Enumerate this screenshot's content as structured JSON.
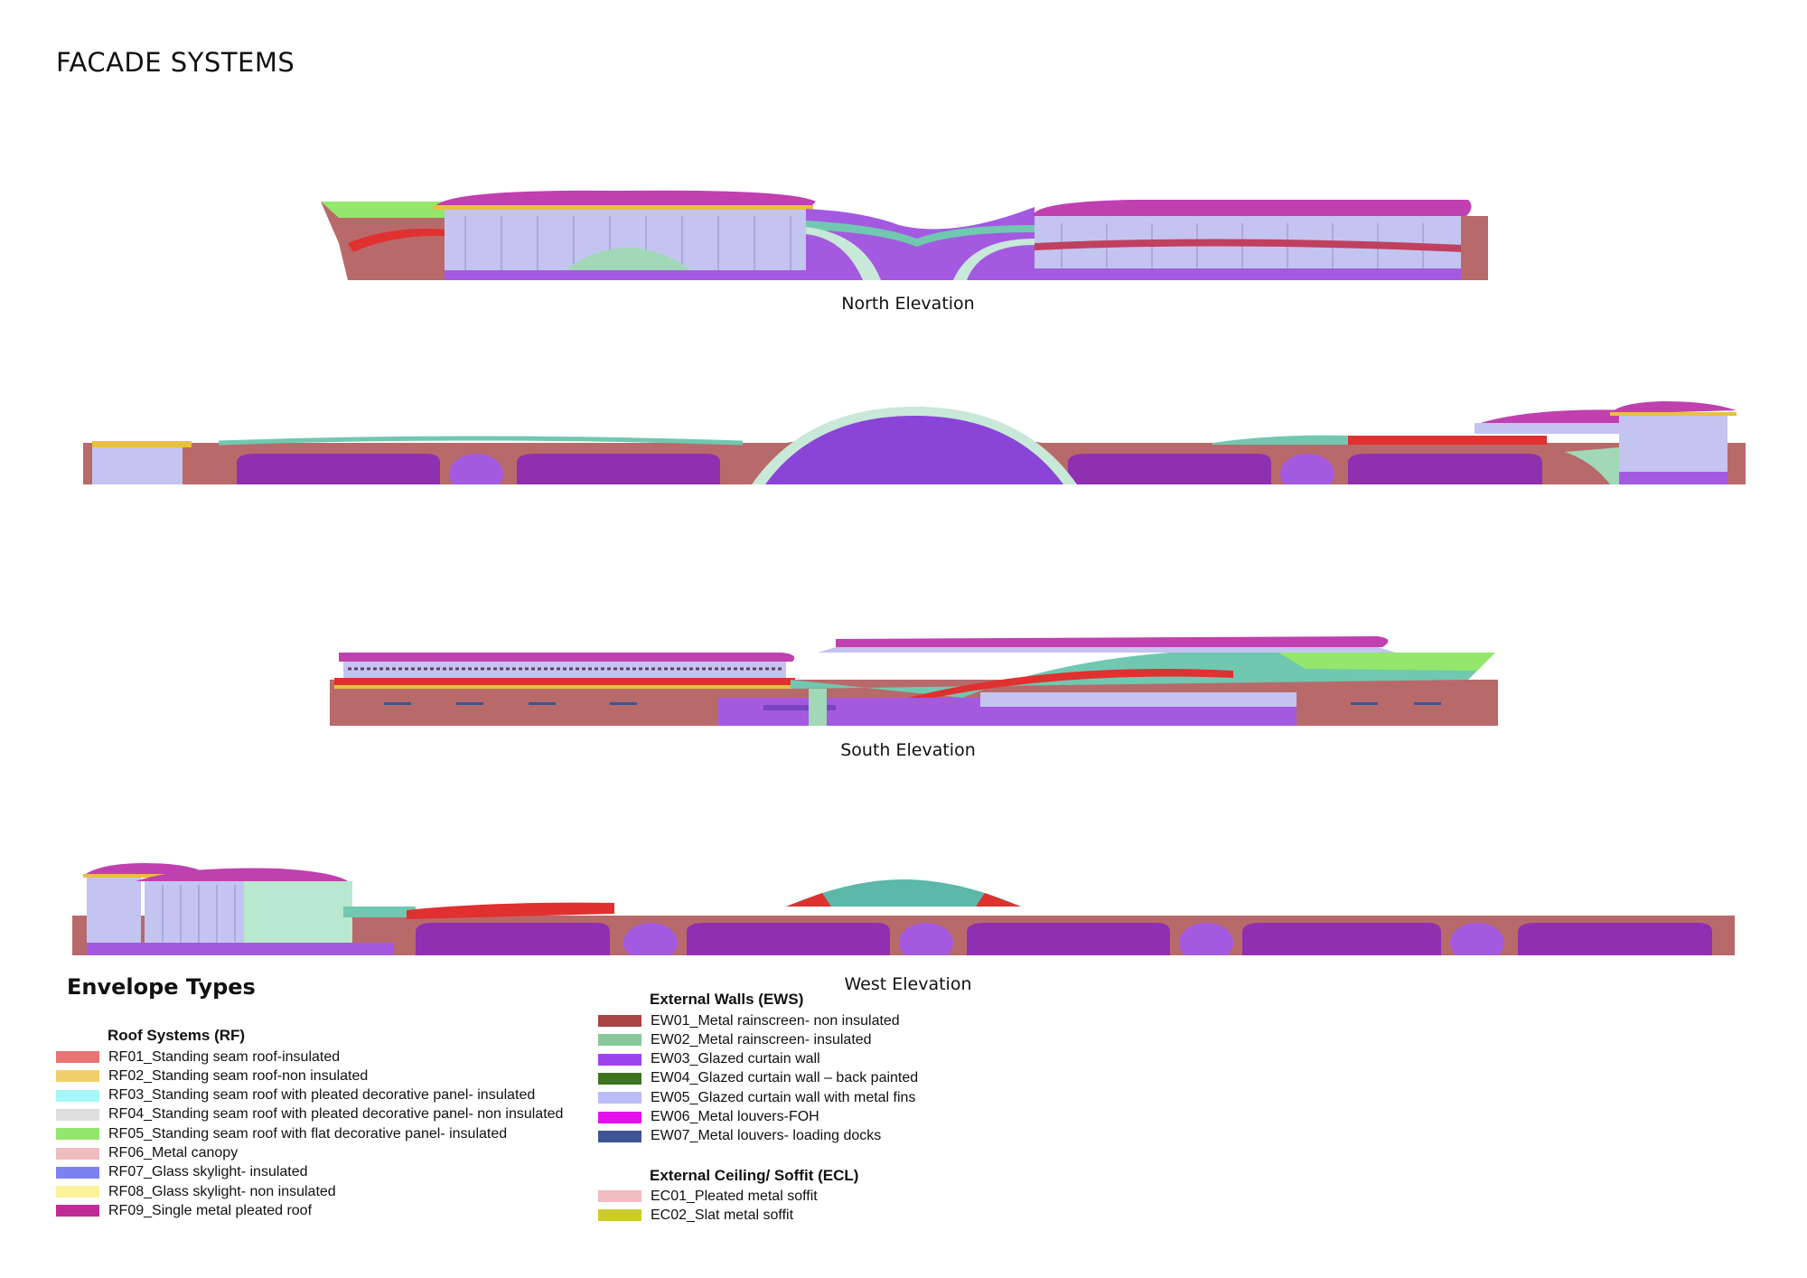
{
  "title": "FACADE SYSTEMS",
  "elevations": {
    "north": "North Elevation",
    "south": "South Elevation",
    "west": "West Elevation"
  },
  "legend": {
    "title": "Envelope Types",
    "roof": {
      "heading": "Roof Systems (RF)",
      "items": [
        {
          "label": "RF01_Standing seam roof-insulated",
          "color": "#e87474"
        },
        {
          "label": "RF02_Standing seam roof-non insulated",
          "color": "#f0cf6a"
        },
        {
          "label": "RF03_Standing seam roof with pleated decorative panel- insulated",
          "color": "#a6f6fa"
        },
        {
          "label": "RF04_Standing seam roof with pleated decorative panel- non insulated",
          "color": "#dedede"
        },
        {
          "label": "RF05_Standing seam roof with flat decorative panel- insulated",
          "color": "#94e66c"
        },
        {
          "label": "RF06_Metal canopy",
          "color": "#f0bcc0"
        },
        {
          "label": "RF07_Glass skylight- insulated",
          "color": "#7a82f0"
        },
        {
          "label": "RF08_Glass skylight- non insulated",
          "color": "#fcf29a"
        },
        {
          "label": "RF09_Single metal pleated roof",
          "color": "#c02c96"
        }
      ]
    },
    "walls": {
      "heading": "External Walls (EWS)",
      "items": [
        {
          "label": "EW01_Metal rainscreen- non insulated",
          "color": "#a84444"
        },
        {
          "label": "EW02_Metal rainscreen- insulated",
          "color": "#88c89a"
        },
        {
          "label": "EW03_Glazed curtain wall",
          "color": "#9c44ee"
        },
        {
          "label": "EW04_Glazed curtain wall – back painted",
          "color": "#3e7420"
        },
        {
          "label": "EW05_Glazed curtain wall with metal fins",
          "color": "#bcbcf6"
        },
        {
          "label": "EW06_Metal louvers-FOH",
          "color": "#e610ee"
        },
        {
          "label": "EW07_Metal louvers- loading docks",
          "color": "#3e5494"
        }
      ]
    },
    "ceiling": {
      "heading": "External Ceiling/ Soffit (ECL)",
      "items": [
        {
          "label": "EC01_Pleated metal soffit",
          "color": "#f0bcc0"
        },
        {
          "label": "EC02_Slat metal soffit",
          "color": "#cccc2c"
        }
      ]
    }
  }
}
